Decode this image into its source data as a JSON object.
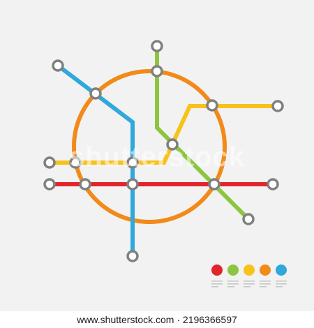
{
  "map": {
    "lines": [
      {
        "color": "blue",
        "hex": "#2fa8dc"
      },
      {
        "color": "green",
        "hex": "#8cc63f"
      },
      {
        "color": "yellow",
        "hex": "#f7c21a"
      },
      {
        "color": "red",
        "hex": "#e0262b"
      },
      {
        "color": "orange",
        "hex": "#f28a1a"
      }
    ],
    "station_style": {
      "ring": "#808080",
      "fill": "#ffffff"
    },
    "legend": {
      "colors": [
        "#e0262b",
        "#8cc63f",
        "#f7c21a",
        "#f28a1a",
        "#2fa8dc"
      ],
      "text_color": "#c8c8c8"
    }
  },
  "watermark": {
    "text": "shutterstock"
  },
  "footer": {
    "text": "www.shutterstock.com · 2196366597"
  }
}
